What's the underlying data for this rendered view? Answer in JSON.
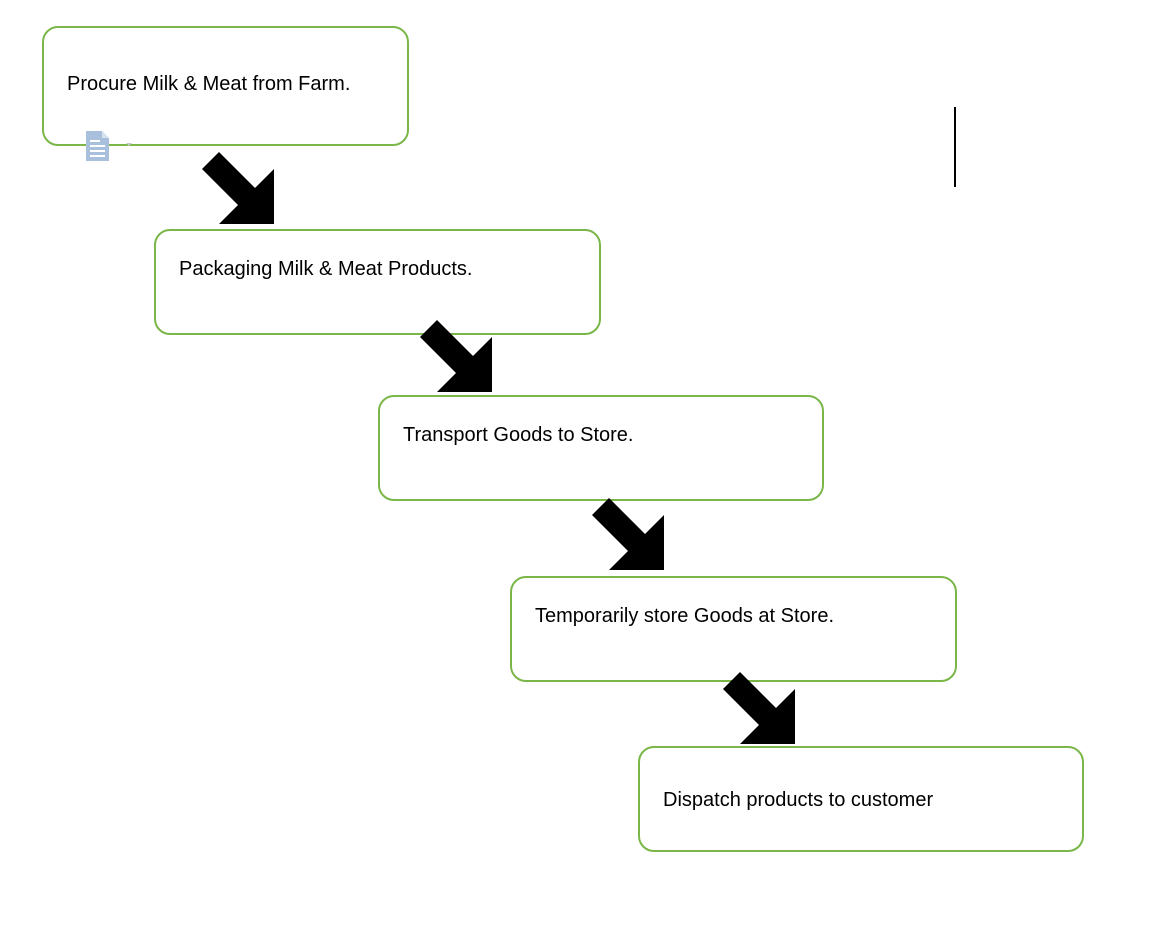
{
  "flowchart": {
    "steps": [
      {
        "label": "Procure Milk & Meat from Farm."
      },
      {
        "label": "Packaging Milk & Meat Products."
      },
      {
        "label": "Transport Goods to Store."
      },
      {
        "label": "Temporarily store Goods at Store."
      },
      {
        "label": "Dispatch products to customer"
      }
    ]
  },
  "colors": {
    "box_border": "#7ab648",
    "arrow_fill": "#000000",
    "doc_icon": "#a9c0dc"
  },
  "icons": {
    "arrow": "arrow-down-right-icon",
    "paste_options": "document-icon",
    "cursor": "text-cursor"
  }
}
